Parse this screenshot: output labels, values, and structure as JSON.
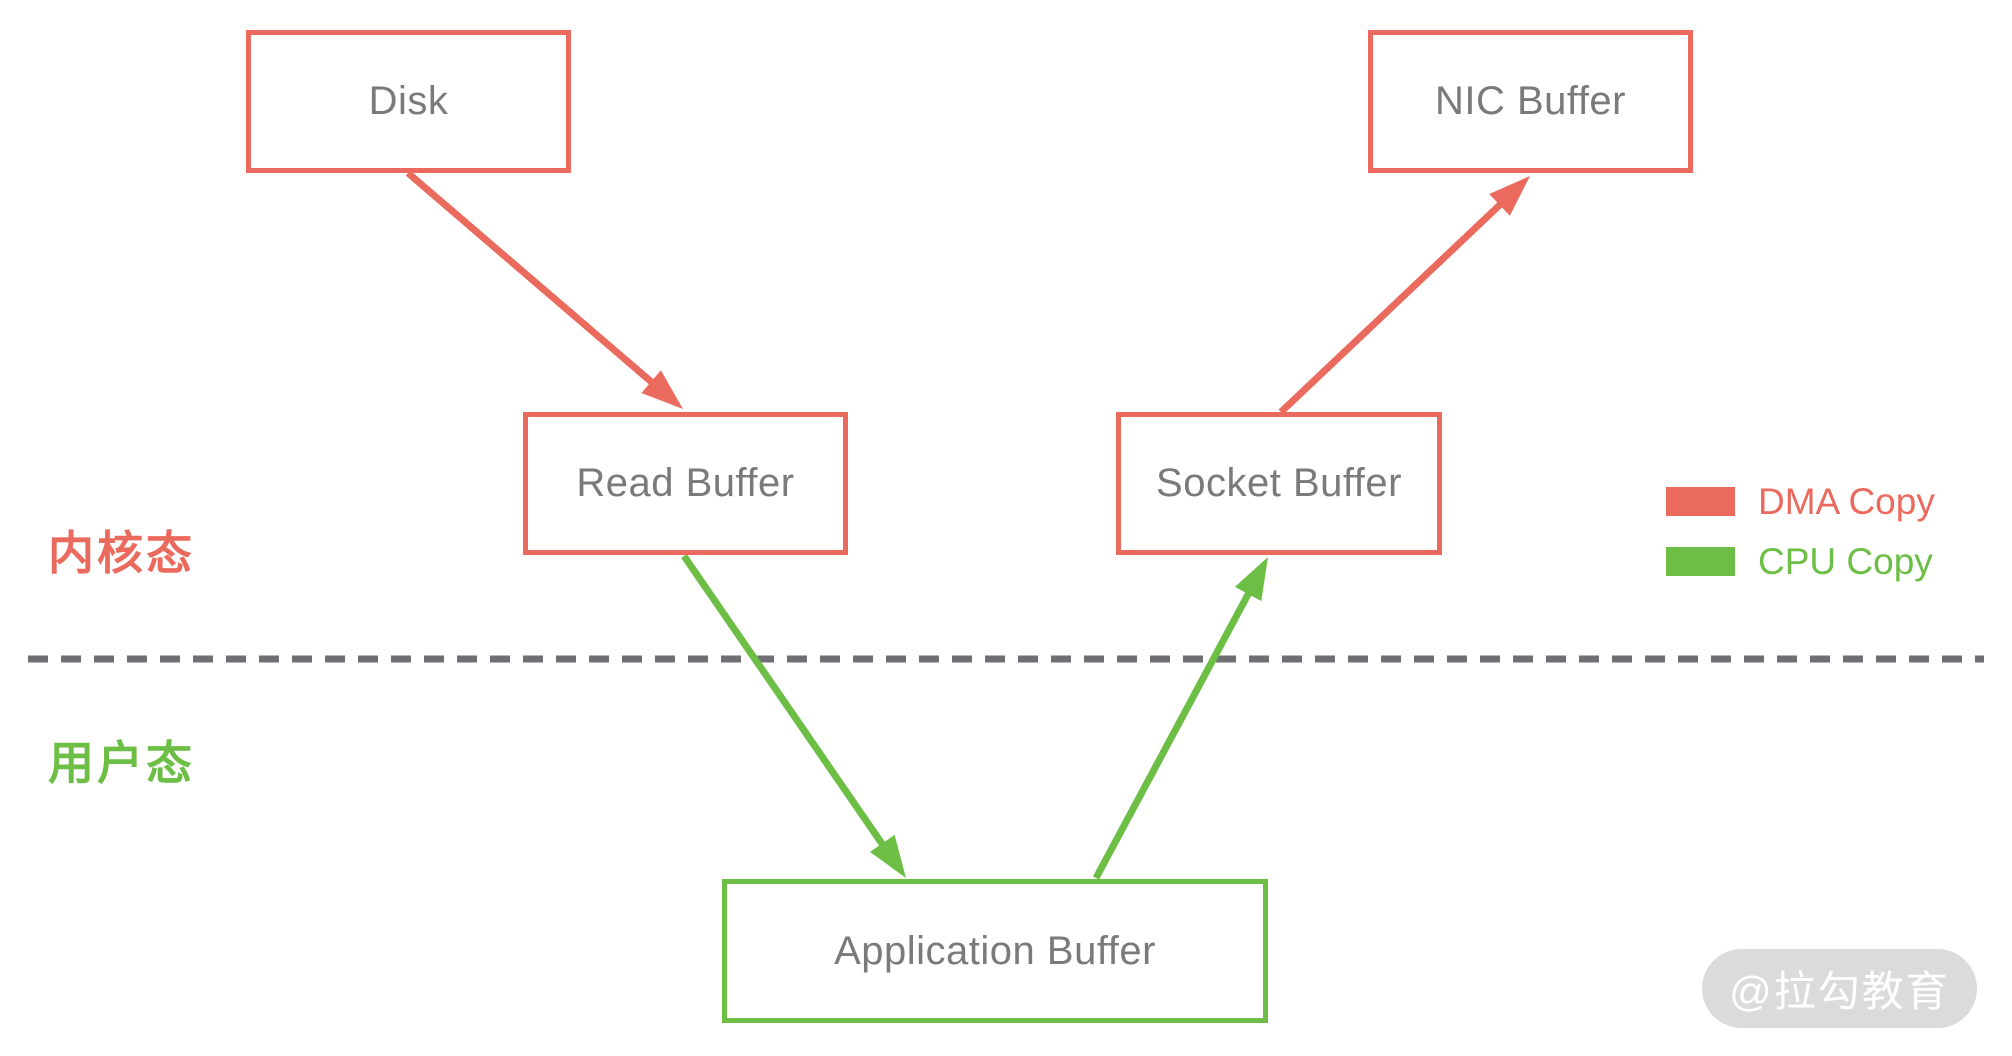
{
  "diagram": {
    "title_hint": "Kernel/user space buffer copy flow (read + send path)",
    "nodes": {
      "disk": {
        "label": "Disk"
      },
      "nic_buffer": {
        "label": "NIC Buffer"
      },
      "read_buffer": {
        "label": "Read Buffer"
      },
      "socket_buffer": {
        "label": "Socket Buffer"
      },
      "application_buffer": {
        "label": "Application Buffer"
      }
    },
    "edges": [
      {
        "from": "Disk",
        "to": "Read Buffer",
        "copy_type": "DMA Copy",
        "color": "#EB6A5E"
      },
      {
        "from": "Read Buffer",
        "to": "Application Buffer",
        "copy_type": "CPU Copy",
        "color": "#6CBE45"
      },
      {
        "from": "Application Buffer",
        "to": "Socket Buffer",
        "copy_type": "CPU Copy",
        "color": "#6CBE45"
      },
      {
        "from": "Socket Buffer",
        "to": "NIC Buffer",
        "copy_type": "DMA Copy",
        "color": "#EB6A5E"
      }
    ],
    "zones": {
      "kernel_label": "内核态",
      "user_label": "用户态",
      "divider_style": "dashed"
    },
    "legend": {
      "dma": {
        "label": "DMA Copy",
        "color": "#EB6A5E"
      },
      "cpu": {
        "label": "CPU Copy",
        "color": "#6CBE45"
      }
    },
    "watermark": {
      "text": "@拉勾教育"
    }
  },
  "colors": {
    "dma_red": "#EB6A5E",
    "cpu_green": "#6CBE45",
    "box_text_gray": "#7A7A7A",
    "divider_gray": "#6E6E73",
    "watermark_bg": "#DBDBDB",
    "watermark_text": "#FFFFFF",
    "canvas_bg": "#FFFFFF"
  }
}
